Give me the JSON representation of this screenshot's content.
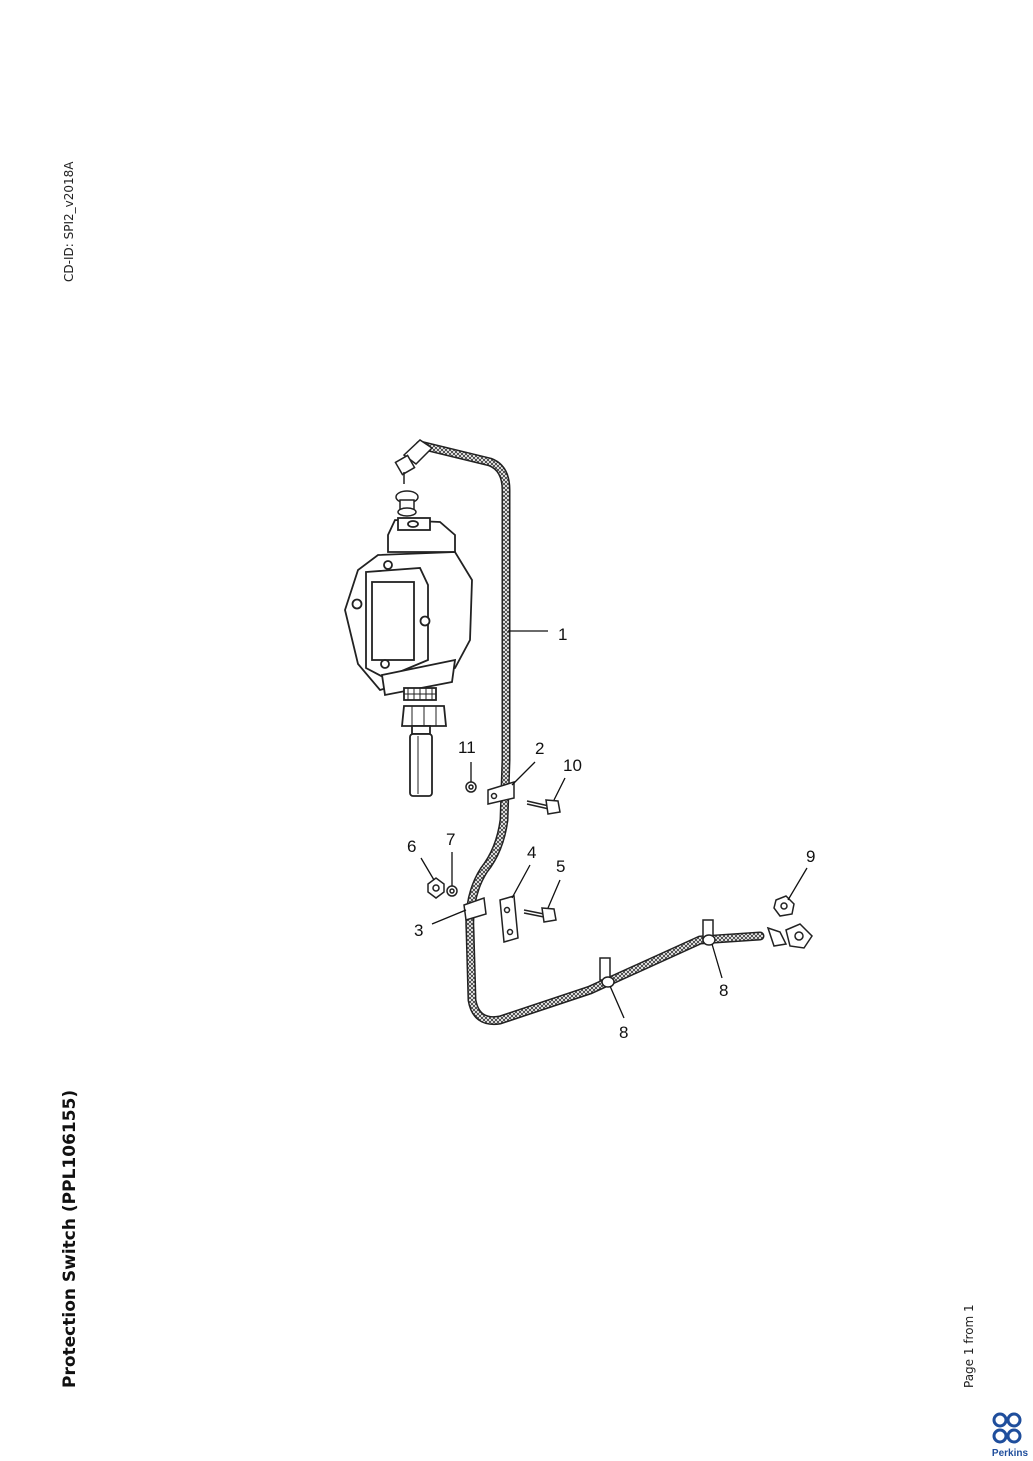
{
  "header": {
    "cd_id": "CD-ID: SPI2_v2018A"
  },
  "title": "Protection Switch (PPL106155)",
  "footer": {
    "page_label": "Page 1 from 1"
  },
  "brand": {
    "name": "Perkins",
    "color": "#1f4e9c"
  },
  "diagram": {
    "callouts": [
      "1",
      "2",
      "3",
      "4",
      "5",
      "6",
      "7",
      "8",
      "8",
      "9",
      "10",
      "11"
    ]
  }
}
